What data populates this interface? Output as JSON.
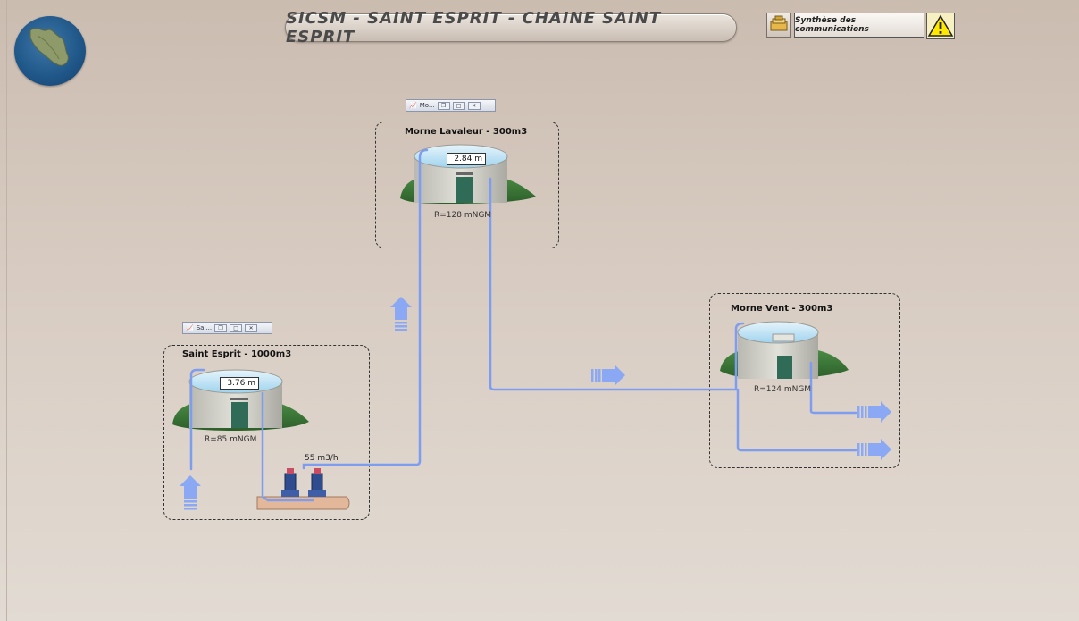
{
  "header": {
    "title": "SICSM - SAINT ESPRIT - CHAINE SAINT ESPRIT",
    "comm_button": "Synthèse des communications"
  },
  "stations": {
    "morne_lavaleur": {
      "title": "Morne Lavaleur - 300m3",
      "level": "2.84 m",
      "elevation": "R=128 mNGM",
      "toolbar_label": "Mo..."
    },
    "saint_esprit": {
      "title": "Saint Esprit - 1000m3",
      "level": "3.76 m",
      "elevation": "R=85 mNGM",
      "toolbar_label": "Sai..."
    },
    "morne_vent": {
      "title": "Morne Vent - 300m3",
      "elevation": "R=124 mNGM"
    }
  },
  "pump": {
    "flow": "55 m3/h"
  },
  "colors": {
    "pipe": "#7f9df0",
    "arrow": "#8aa8f3",
    "grass": "#3f7d3a",
    "water": "#cfe8f6",
    "concrete": "#c8c8c0"
  },
  "icons": [
    "map-logo-icon",
    "toolbox-icon",
    "warning-icon",
    "trend-icon",
    "restore-icon",
    "maximize-icon",
    "close-icon",
    "flow-arrow-icon",
    "pump-icon",
    "reservoir-icon"
  ]
}
